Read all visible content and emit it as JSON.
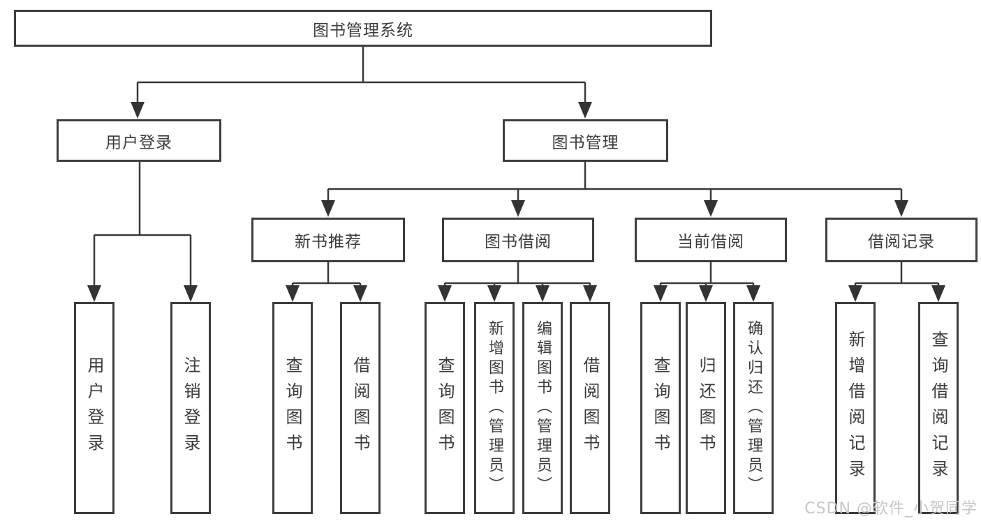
{
  "diagram": {
    "type": "hierarchy-tree",
    "root": {
      "label": "图书管理系统",
      "children": [
        {
          "label": "用户登录",
          "children": [
            {
              "label": "用户登录"
            },
            {
              "label": "注销登录"
            }
          ]
        },
        {
          "label": "图书管理",
          "children": [
            {
              "label": "新书推荐",
              "children": [
                {
                  "label": "查询图书"
                },
                {
                  "label": "借阅图书"
                }
              ]
            },
            {
              "label": "图书借阅",
              "children": [
                {
                  "label": "查询图书"
                },
                {
                  "label": "新增图书（管理员）"
                },
                {
                  "label": "编辑图书（管理员）"
                },
                {
                  "label": "借阅图书"
                }
              ]
            },
            {
              "label": "当前借阅",
              "children": [
                {
                  "label": "查询图书"
                },
                {
                  "label": "归还图书"
                },
                {
                  "label": "确认归还（管理员）"
                }
              ]
            },
            {
              "label": "借阅记录",
              "children": [
                {
                  "label": "新增借阅记录"
                },
                {
                  "label": "查询借阅记录"
                }
              ]
            }
          ]
        }
      ]
    }
  },
  "watermark": "CSDN @软件_小贺同学",
  "colors": {
    "line": "#383838",
    "border": "#3d3d3d",
    "text": "#3b3b3b",
    "box_fill": "#ffffff",
    "watermark": "#c5c5c5",
    "background": "#ffffff"
  }
}
